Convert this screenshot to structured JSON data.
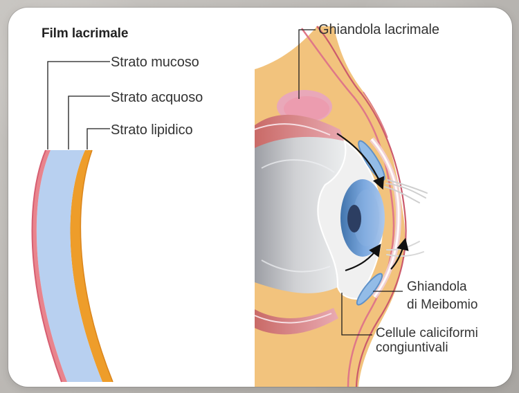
{
  "diagram": {
    "title": "Film lacrimale",
    "left_labels": {
      "mucous": "Strato mucoso",
      "aqueous": "Strato acquoso",
      "lipid": "Strato lipidico"
    },
    "right_labels": {
      "lacrimal_gland": "Ghiandola lacrimale",
      "meibomian_line1": "Ghiandola",
      "meibomian_line2": "di Meibomio",
      "goblet_line1": "Cellule caliciformi",
      "goblet_line2": "congiuntivali"
    },
    "colors": {
      "mucous_layer": "#e9848d",
      "aqueous_layer": "#b8d0f0",
      "lipid_layer": "#ee9d2a",
      "outer_tissue": "#f2c37d",
      "gland_tissue": "#e9a8b9",
      "eye_sclera": "#cccdd1",
      "iris": "#5f91c8",
      "pupil": "#2c3e62",
      "card_background": "#ffffff",
      "page_background": "#b9b6b2"
    }
  }
}
